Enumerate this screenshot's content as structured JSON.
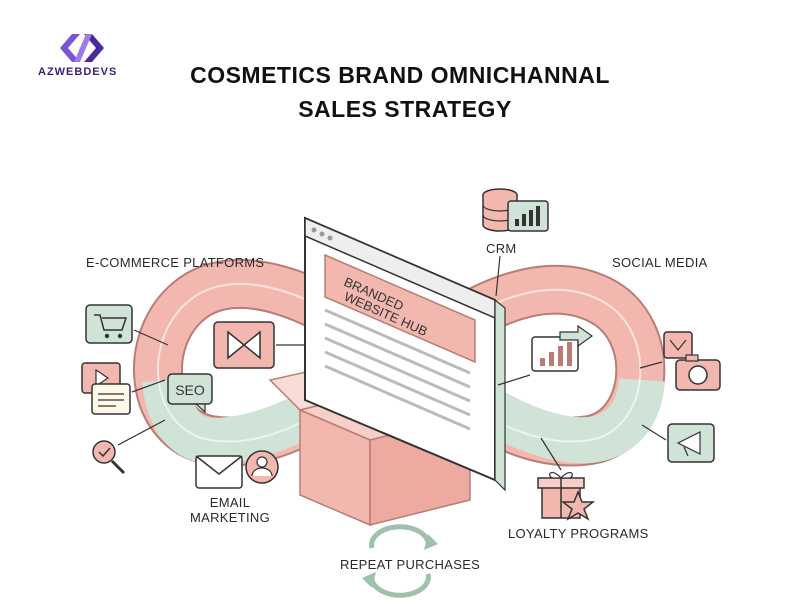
{
  "brand": {
    "logo_text": "AZWEBDEVS"
  },
  "title": {
    "line1": "COSMETICS BRAND OMNICHANNAL",
    "line2": "SALES STRATEGY"
  },
  "hub": {
    "label_line1": "BRANDED",
    "label_line2": "WEBSITE HUB"
  },
  "labels": {
    "ecommerce": "E-COMMERCE PLATFORMS",
    "crm": "CRM",
    "social": "SOCIAL MEDIA",
    "seo": "SEO",
    "email_line1": "EMAIL",
    "email_line2": "MARKETING",
    "loyalty": "LOYALTY PROGRAMS",
    "repeat": "REPEAT PURCHASES"
  },
  "colors": {
    "pink": "#f2b8b0",
    "pink_stroke": "#b87d75",
    "mint": "#cfe3d6",
    "mint_stroke": "#7fa68e",
    "purple": "#6b46c1",
    "dark": "#333333"
  },
  "icons": [
    "cart-icon",
    "video-play-icon",
    "search-icon",
    "seo-bubble-icon",
    "email-icon",
    "user-icon",
    "database-icon",
    "bar-chart-icon",
    "share-bow-icon",
    "camera-icon",
    "megaphone-icon",
    "gift-icon",
    "star-icon",
    "cycle-arrows-icon",
    "open-box-icon",
    "browser-window-icon",
    "logo-icon"
  ]
}
